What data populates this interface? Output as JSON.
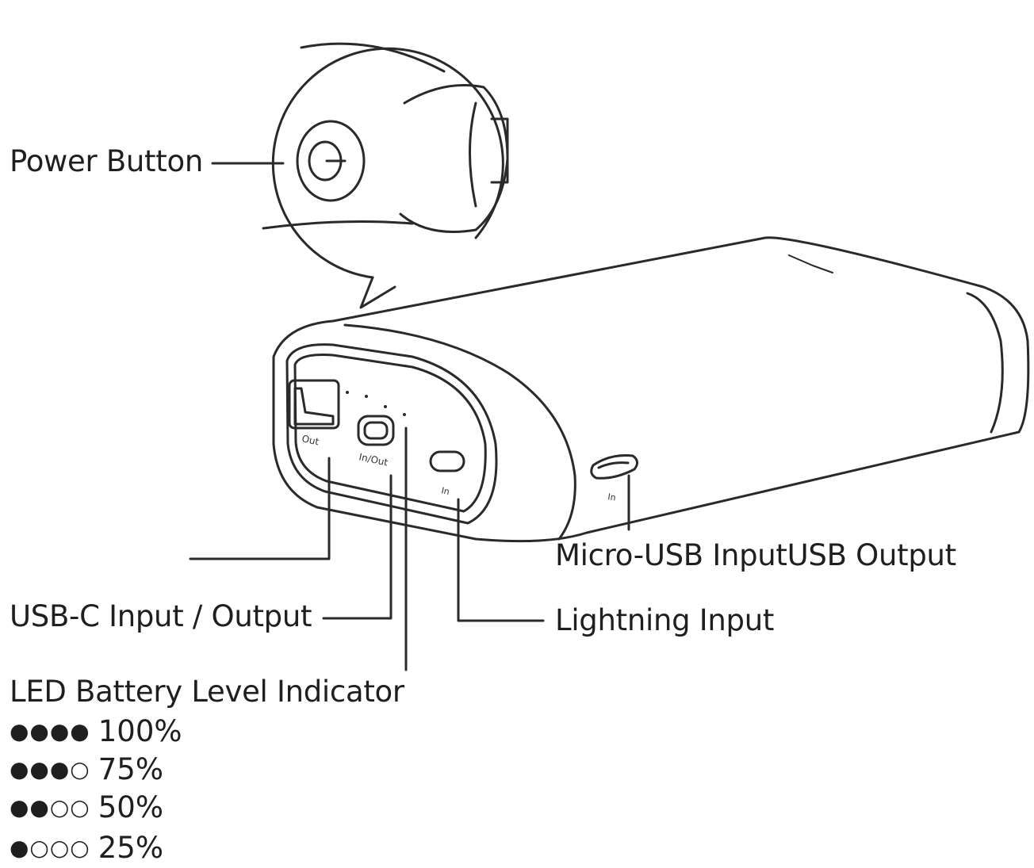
{
  "callouts": {
    "power_button": "Power Button",
    "micro_usb_input": "Micro-USB Input",
    "usb_output": "USB Output",
    "usb_c": "USB-C Input / Output",
    "lightning": "Lightning Input",
    "led_title": "LED Battery Level Indicator"
  },
  "port_labels": {
    "out": "Out",
    "in_out": "In/Out",
    "lightning_in": "In",
    "micro_in": "In"
  },
  "led_levels": [
    {
      "dots": "●●●●",
      "label": "100%"
    },
    {
      "dots": "●●●○",
      "label": "75%"
    },
    {
      "dots": "●●○○",
      "label": "50%"
    },
    {
      "dots": "●○○○",
      "label": "25%"
    }
  ],
  "colors": {
    "line": "#2a2a2a",
    "background": "#ffffff"
  }
}
